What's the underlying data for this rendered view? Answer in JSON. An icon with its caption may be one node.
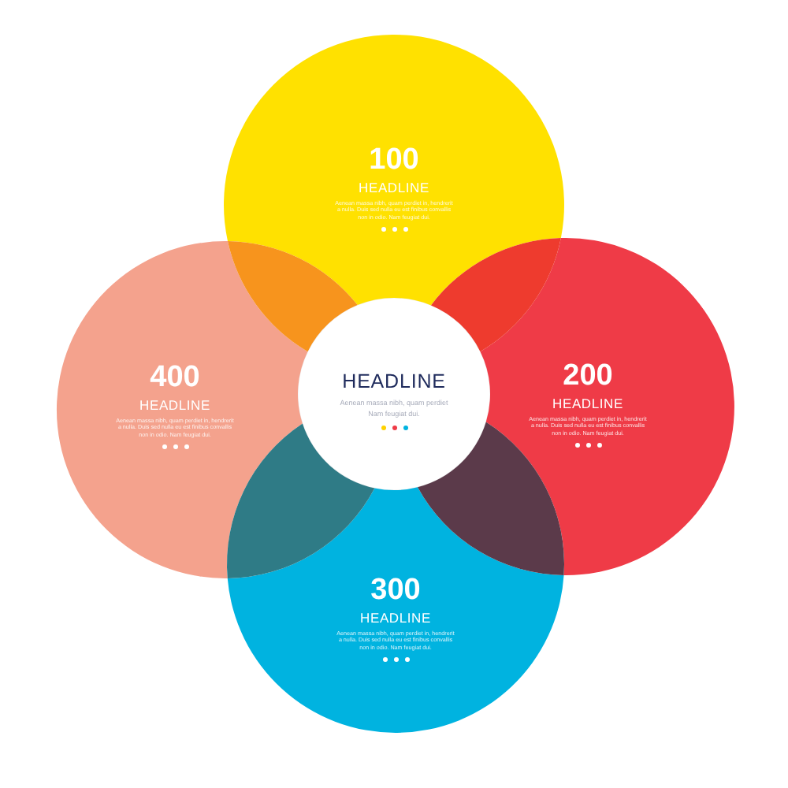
{
  "diagram": {
    "nodes": [
      {
        "text": [
          "HEADLINE",
          "Aenean massa nibh, quam perdiet Nam feugiat dui."
        ]
      },
      {
        "text": [
          "100",
          "HEADLINE",
          "Aenean massa nibh, quam perdiet in, hendrerit a nulla. Duis sed nulla eu est finibus convallis non in odio. Nam feugiat dui."
        ]
      },
      {
        "text": [
          "200",
          "HEADLINE",
          "Aenean massa nibh, quam perdiet in, hendrerit a nulla. Duis sed nulla eu est finibus convallis non in odio. Nam feugiat dui."
        ]
      },
      {
        "text": [
          "300",
          "HEADLINE",
          "Aenean massa nibh, quam perdiet in, hendrerit a nulla. Duis sed nulla eu est finibus convallis non in odio. Nam feugiat dui."
        ]
      },
      {
        "text": [
          "400",
          "HEADLINE",
          "Aenean massa nibh, quam perdiet in, hendrerit a nulla. Duis sed nulla eu est finibus convallis non in odio. Nam feugiat dui."
        ]
      },
      {
        "text": [],
        "shape": "lens"
      },
      {
        "text": [],
        "shape": "lens"
      },
      {
        "text": [],
        "shape": "lens"
      },
      {
        "text": [],
        "shape": "lens"
      }
    ]
  }
}
